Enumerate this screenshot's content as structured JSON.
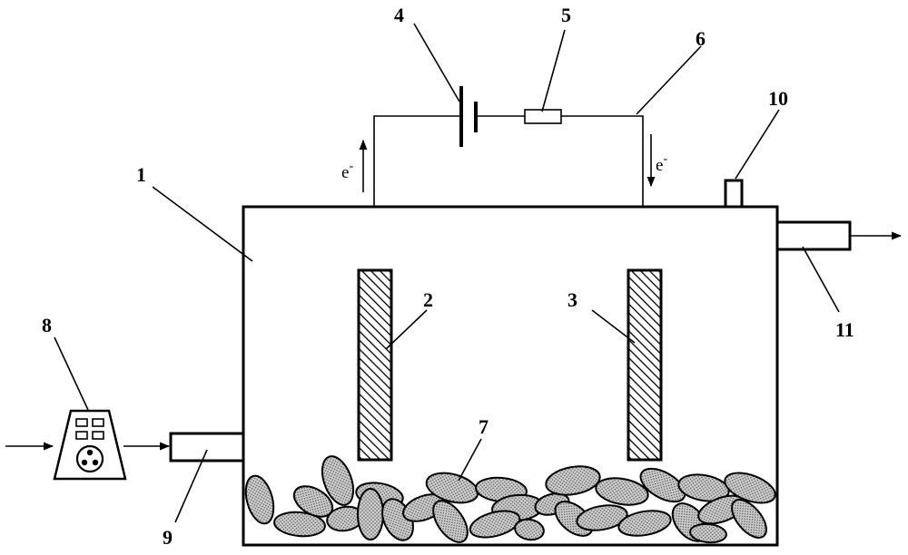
{
  "labels": {
    "l1": "1",
    "l2": "2",
    "l3": "3",
    "l4": "4",
    "l5": "5",
    "l6": "6",
    "l7": "7",
    "l8": "8",
    "l9": "9",
    "l10": "10",
    "l11": "11"
  },
  "electron": {
    "symbol": "e",
    "charge": "-"
  }
}
